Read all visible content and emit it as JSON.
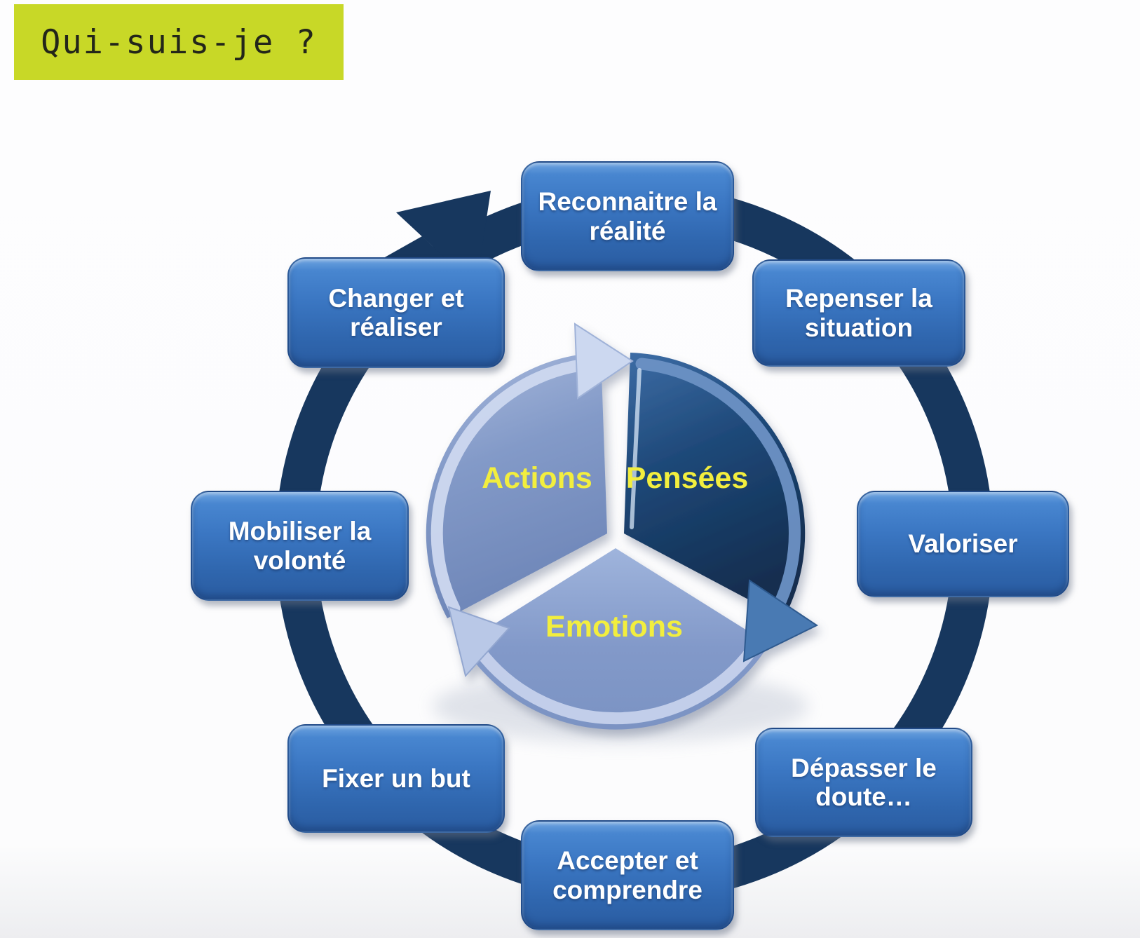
{
  "title": {
    "text": "Qui-suis-je ?",
    "highlight_color": "#c8d827",
    "text_color": "#23261a"
  },
  "diagram": {
    "ring_color": "#17375e",
    "boxes": [
      {
        "id": "reconnaitre",
        "label": "Reconnaitre la réalité"
      },
      {
        "id": "repenser",
        "label": "Repenser la situation"
      },
      {
        "id": "valoriser",
        "label": "Valoriser"
      },
      {
        "id": "depasser",
        "label": "Dépasser le doute…"
      },
      {
        "id": "accepter",
        "label": "Accepter et comprendre"
      },
      {
        "id": "fixer",
        "label": "Fixer un but"
      },
      {
        "id": "mobiliser",
        "label": "Mobiliser la volonté"
      },
      {
        "id": "changer",
        "label": "Changer et réaliser"
      }
    ],
    "box_style": {
      "fill_top": "#4886d0",
      "fill_bottom": "#2a5ca1",
      "text_color": "#ffffff"
    },
    "center_pie": {
      "label_color": "#f2ee3e",
      "segments": [
        {
          "label": "Actions",
          "color": "#8ba3cf"
        },
        {
          "label": "Pensées",
          "color": "#1d4876"
        },
        {
          "label": "Emotions",
          "color": "#8ea6d1"
        }
      ]
    }
  }
}
